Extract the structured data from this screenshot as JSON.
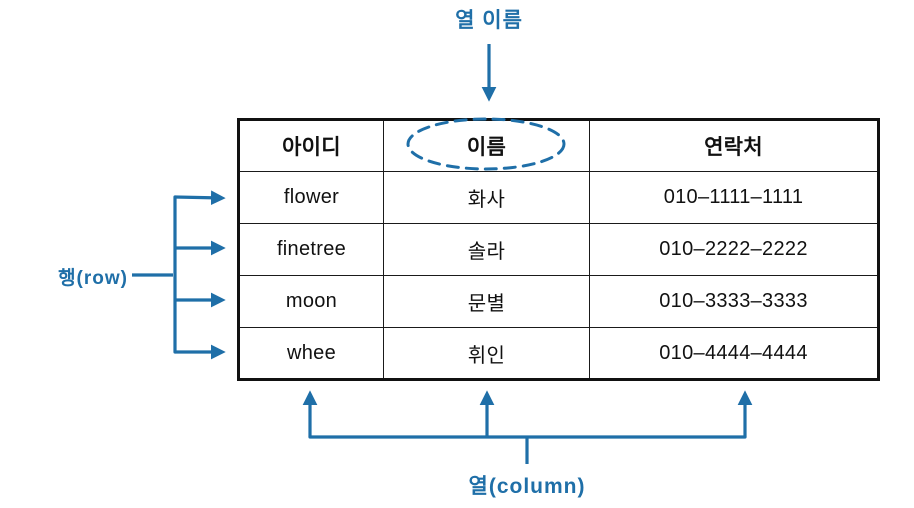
{
  "colors": {
    "annotation_blue": "#1f6fa8",
    "table_border": "#111111",
    "text": "#111111",
    "background": "#ffffff"
  },
  "annotations": {
    "column_name_label": "열 이름",
    "row_label": "행(row)",
    "column_label": "열(column)"
  },
  "table": {
    "headers": [
      "아이디",
      "이름",
      "연락처"
    ],
    "rows": [
      {
        "id": "flower",
        "name": "화사",
        "phone": "010–1111–1111"
      },
      {
        "id": "finetree",
        "name": "솔라",
        "phone": "010–2222–2222"
      },
      {
        "id": "moon",
        "name": "문별",
        "phone": "010–3333–3333"
      },
      {
        "id": "whee",
        "name": "휘인",
        "phone": "010–4444–4444"
      }
    ]
  }
}
